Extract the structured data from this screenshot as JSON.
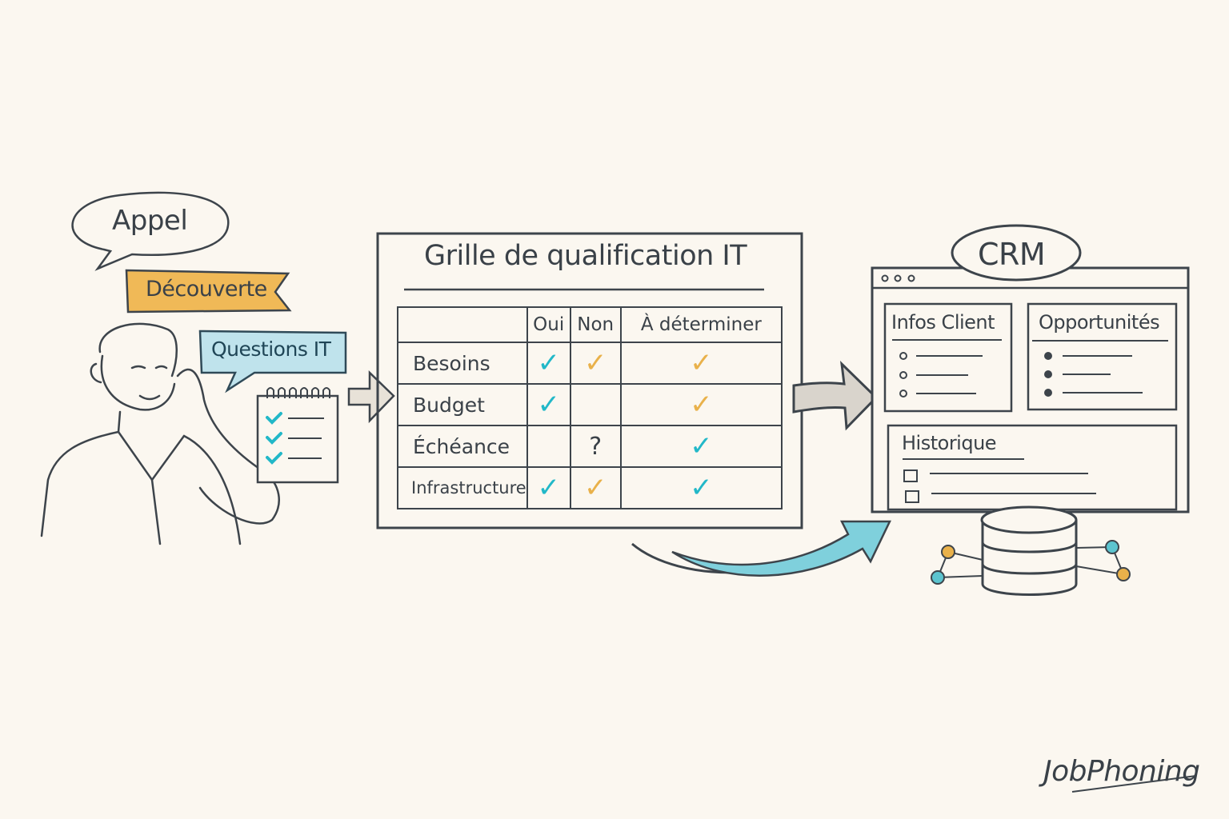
{
  "step1": {
    "bubble_label": "Appel",
    "banner_label": "Découverte",
    "questions_label": "Questions IT",
    "icons": [
      "speech-bubble-icon",
      "person-on-phone-illustration",
      "notepad-checklist-icon"
    ],
    "notepad_checks": 3
  },
  "grid": {
    "title": "Grille de qualification IT",
    "columns": [
      "",
      "Oui",
      "Non",
      "À déterminer"
    ],
    "rows": [
      {
        "label": "Besoins",
        "cells": [
          "teal-check",
          "amber-check",
          "amber-check"
        ]
      },
      {
        "label": "Budget",
        "cells": [
          "teal-check",
          "",
          "amber-check"
        ]
      },
      {
        "label": "Échéance",
        "cells": [
          "",
          "?",
          "teal-check"
        ]
      },
      {
        "label": "Infrastructure",
        "cells": [
          "teal-check",
          "amber-check",
          "teal-check"
        ]
      }
    ],
    "symbols": {
      "check": "✓",
      "question": "?"
    }
  },
  "crm": {
    "title": "CRM",
    "panels": {
      "infos_client": "Infos Client",
      "opportunites": "Opportunités",
      "historique": "Historique"
    },
    "icons": [
      "window-dots-icon",
      "database-icon",
      "network-nodes-icon"
    ]
  },
  "colors": {
    "background": "#fbf7f0",
    "ink": "#3a4148",
    "teal": "#22b8c8",
    "amber": "#e9b14a",
    "banner_fill": "#f0b957",
    "questions_fill": "#bfe3ec",
    "arrow_teal": "#7fd0dc"
  },
  "brand": {
    "logo": "JobPhoning"
  }
}
